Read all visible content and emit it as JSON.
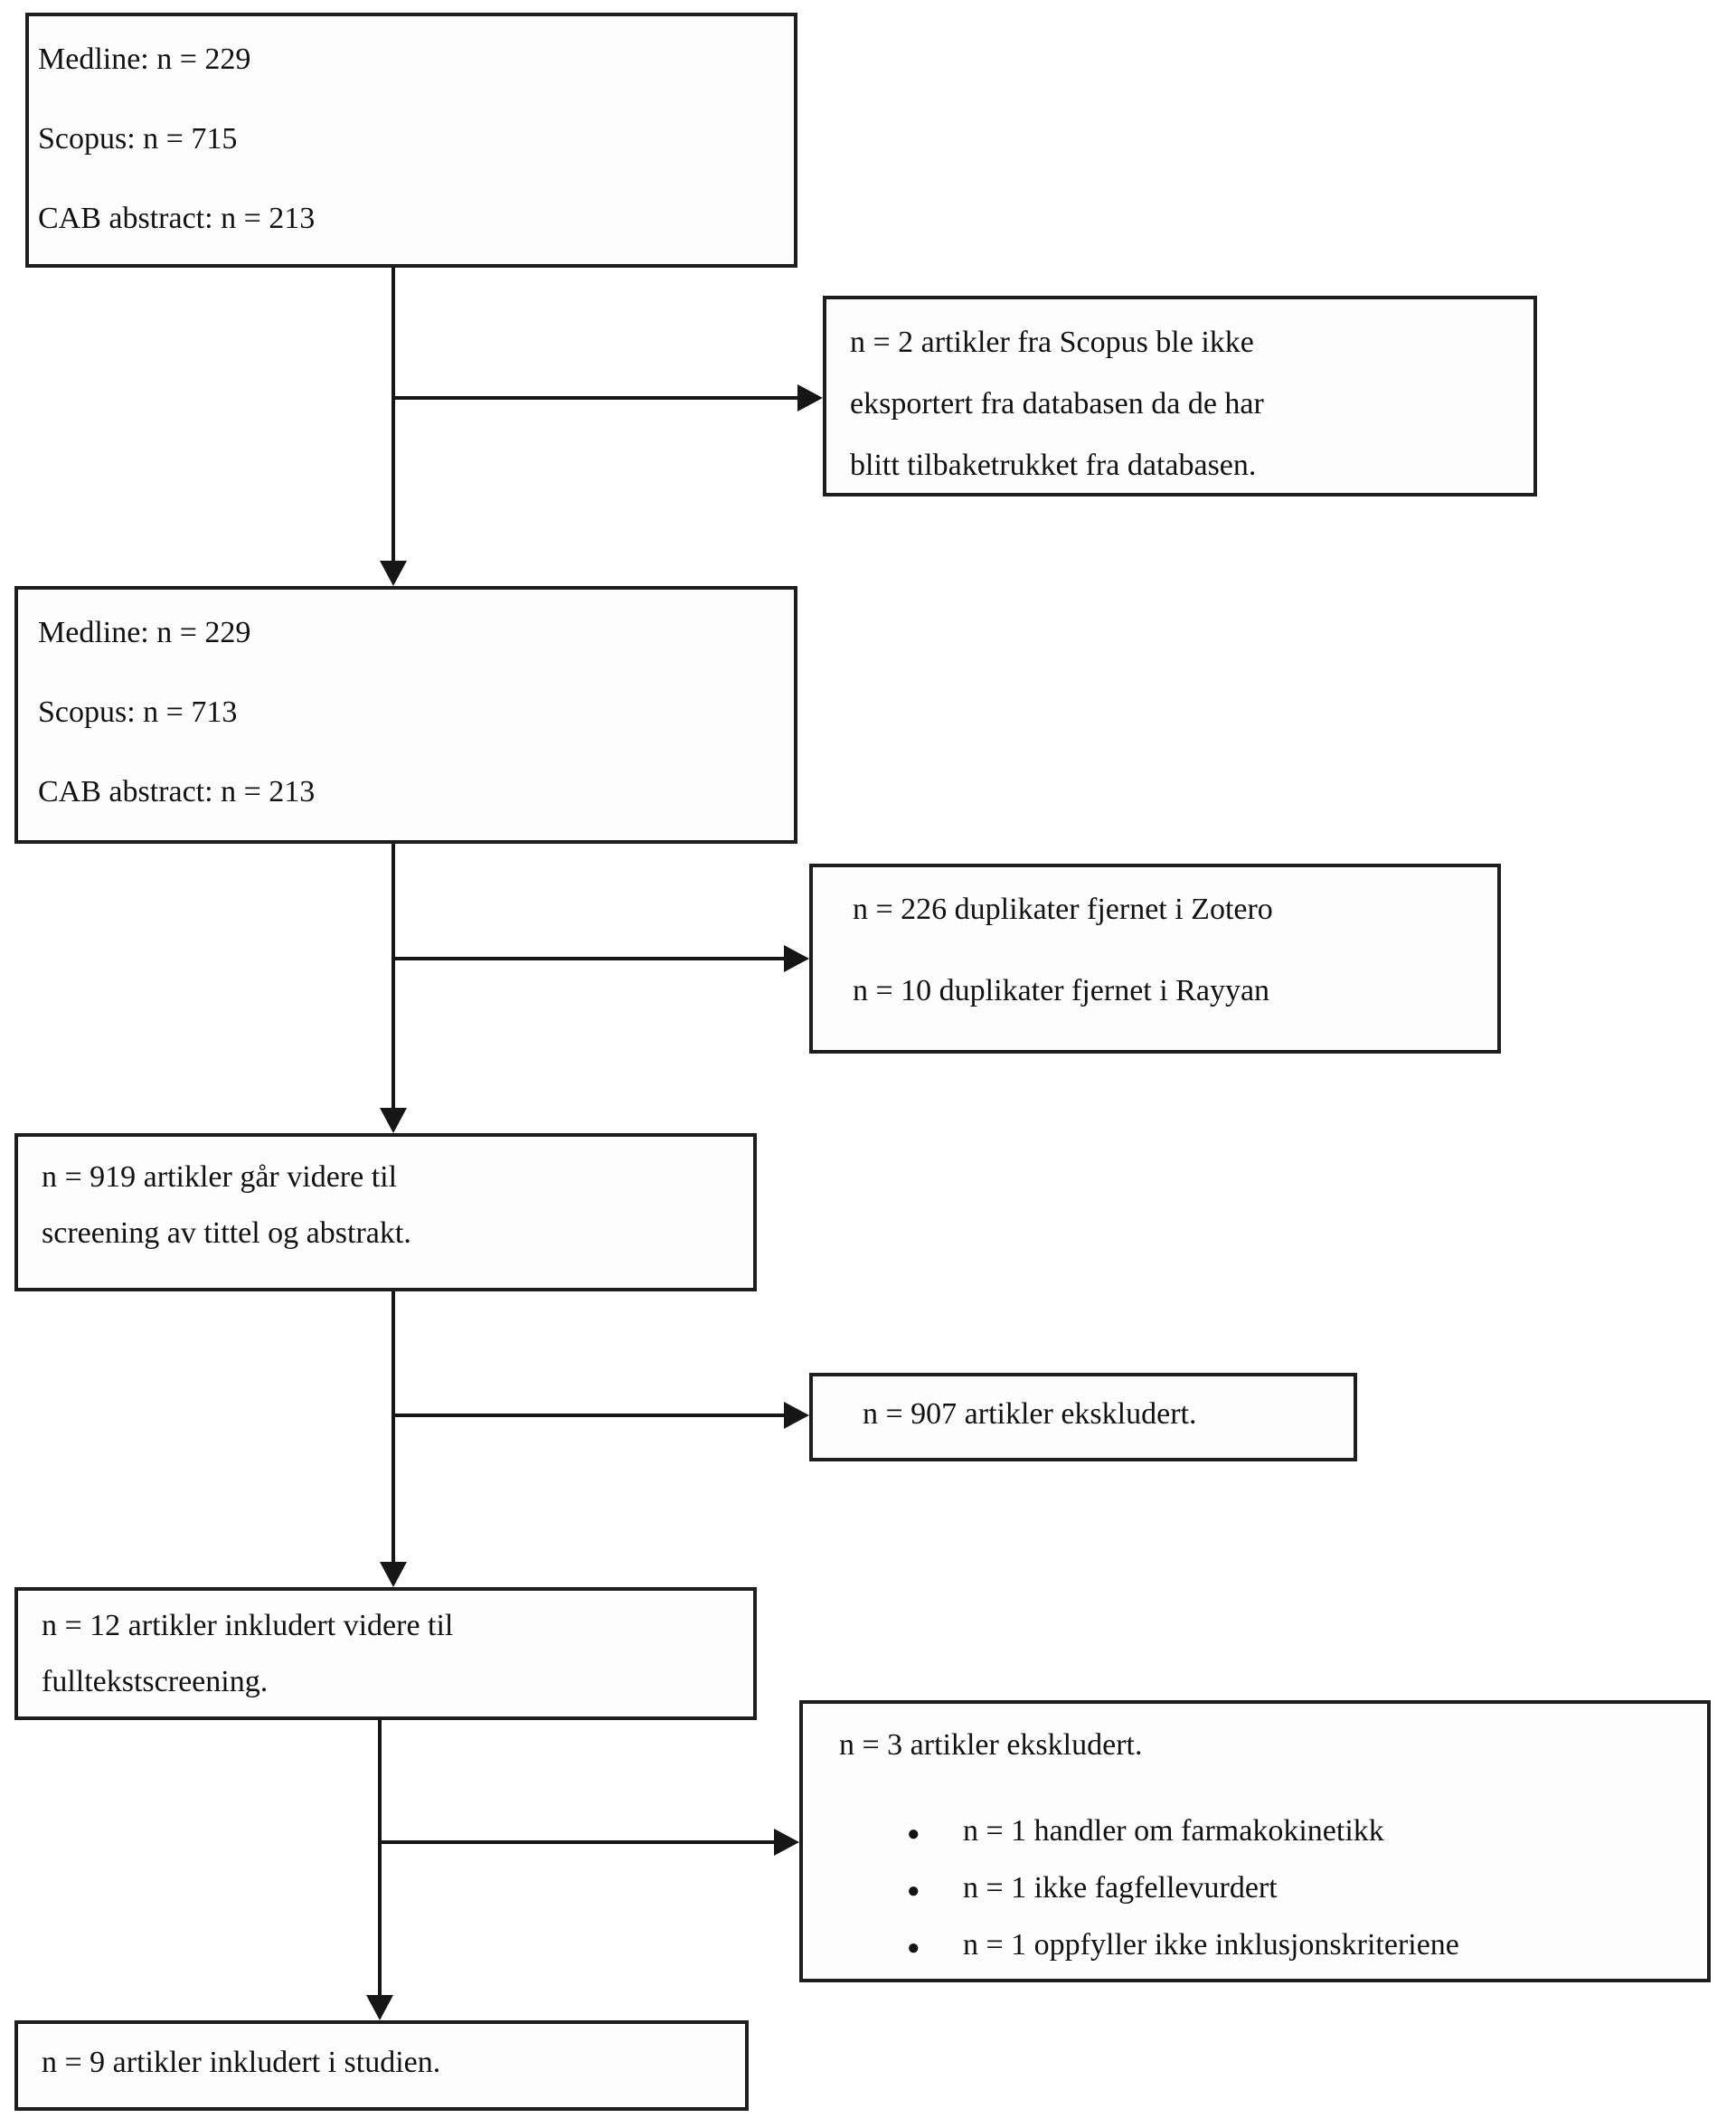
{
  "flowchart": {
    "colors": {
      "box_border": "#1e1e1e",
      "arrow": "#161616",
      "text": "#121212",
      "background": "#fefefe"
    },
    "main_boxes": [
      {
        "name": "database-results-initial",
        "lines": [
          "Medline: n = 229",
          "Scopus: n = 715",
          "CAB abstract: n = 213"
        ]
      },
      {
        "name": "database-results-after-withdrawal",
        "lines": [
          "Medline: n = 229",
          "Scopus: n = 713",
          "CAB abstract: n = 213"
        ]
      },
      {
        "name": "title-abstract-screening",
        "lines": [
          "n = 919 artikler går videre til",
          "screening av tittel og abstrakt."
        ]
      },
      {
        "name": "fulltext-screening",
        "lines": [
          "n = 12 artikler inkludert videre til",
          "fulltekstscreening."
        ]
      },
      {
        "name": "included-studies",
        "lines": [
          "n = 9 artikler inkludert i studien."
        ]
      }
    ],
    "side_boxes": [
      {
        "name": "scopus-not-exported",
        "lines": [
          "n = 2 artikler fra Scopus ble ikke",
          "eksportert fra databasen da de har",
          "blitt tilbaketrukket fra databasen."
        ]
      },
      {
        "name": "duplicates-removed",
        "lines": [
          "n = 226 duplikater fjernet i Zotero",
          "n = 10 duplikater fjernet i Rayyan"
        ]
      },
      {
        "name": "excluded-title-abstract",
        "lines": [
          "n = 907 artikler ekskludert."
        ]
      },
      {
        "name": "excluded-fulltext",
        "title": "n = 3 artikler ekskludert.",
        "bullet_glyph": "●",
        "bullets": [
          "n = 1 handler om farmakokinetikk",
          "n = 1 ikke fagfellevurdert",
          "n = 1 oppfyller ikke inklusjonskriteriene"
        ]
      }
    ]
  }
}
